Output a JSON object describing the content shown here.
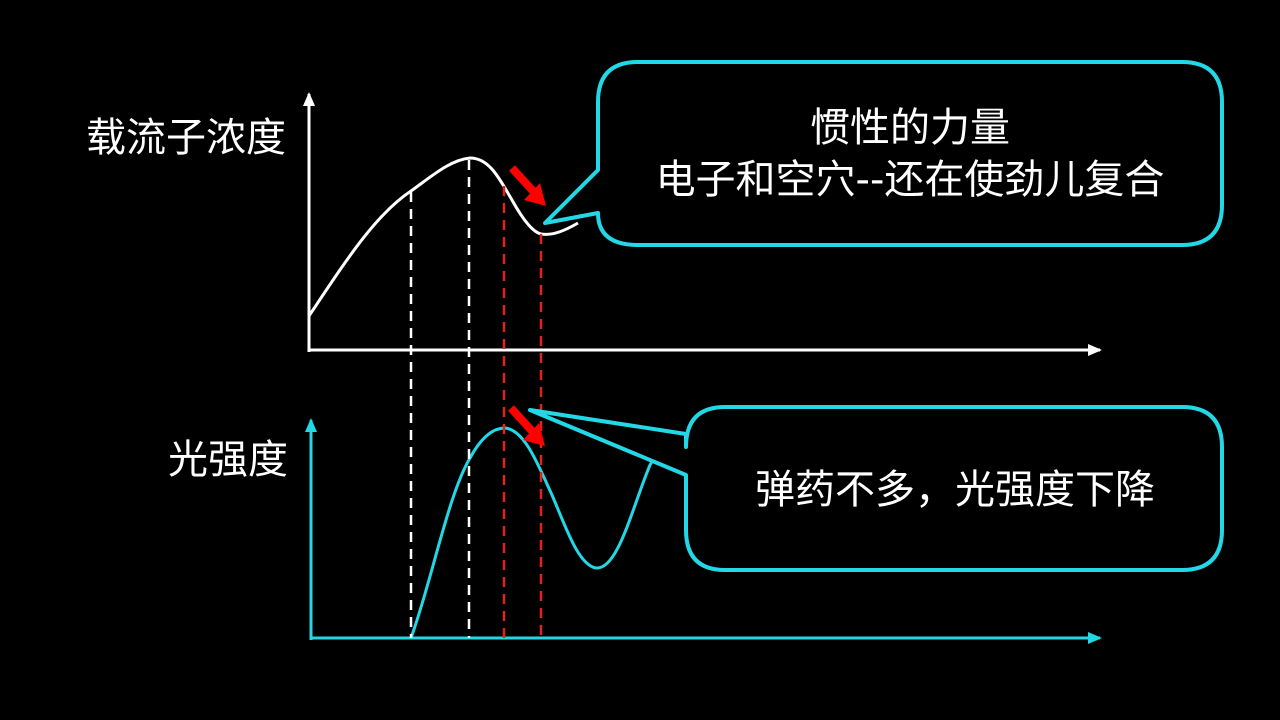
{
  "top_graph": {
    "y_label": "载流子浓度",
    "curve_color": "#ffffff"
  },
  "bottom_graph": {
    "y_label": "光强度",
    "curve_color": "#22d8e6"
  },
  "callout_top": {
    "line1": "惯性的力量",
    "line2": "电子和空穴--还在使劲儿复合",
    "border_color": "#22d8e6"
  },
  "callout_bottom": {
    "text": "弹药不多，光强度下降",
    "border_color": "#22d8e6"
  },
  "colors": {
    "background": "#000000",
    "marker_dashed_white": "#ffffff",
    "marker_dashed_red": "#e0241b",
    "arrow_red": "#ff0000"
  }
}
